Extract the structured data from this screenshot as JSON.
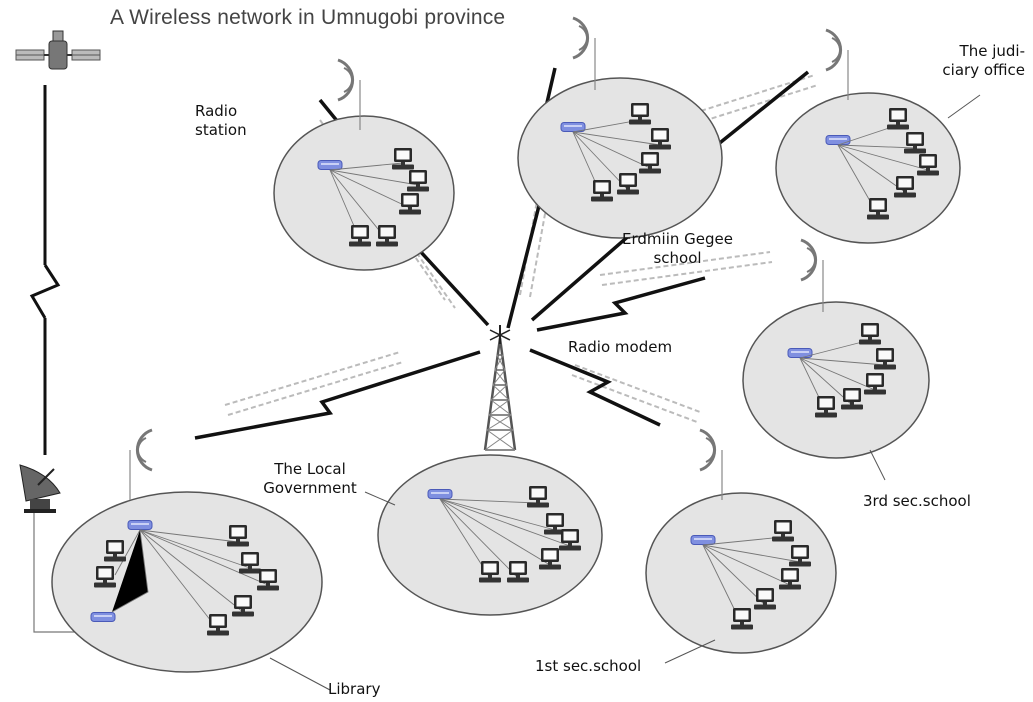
{
  "title": "A Wireless network in Umnugobi province",
  "labels": {
    "radio_station": [
      "Radio",
      "station"
    ],
    "judiciary_office": [
      "The judi-",
      "ciary office"
    ],
    "erdmiin_gegee": [
      "Erdmiin Gegee",
      "school"
    ],
    "radio_modem": "Radio modem",
    "third_school": "3rd sec.school",
    "local_government": [
      "The Local",
      "Government"
    ],
    "first_school": "1st sec.school",
    "library": "Library"
  },
  "colors": {
    "lan_fill": "#e4e4e4",
    "lan_stroke": "#555555",
    "link": "#111111",
    "hub": "#6a7fd8",
    "text": "#111111"
  },
  "icons": [
    "satellite-icon",
    "satellite-dish-icon",
    "radio-tower-icon",
    "antenna-icon",
    "computer-icon",
    "hub-icon",
    "wireless-link-icon"
  ]
}
